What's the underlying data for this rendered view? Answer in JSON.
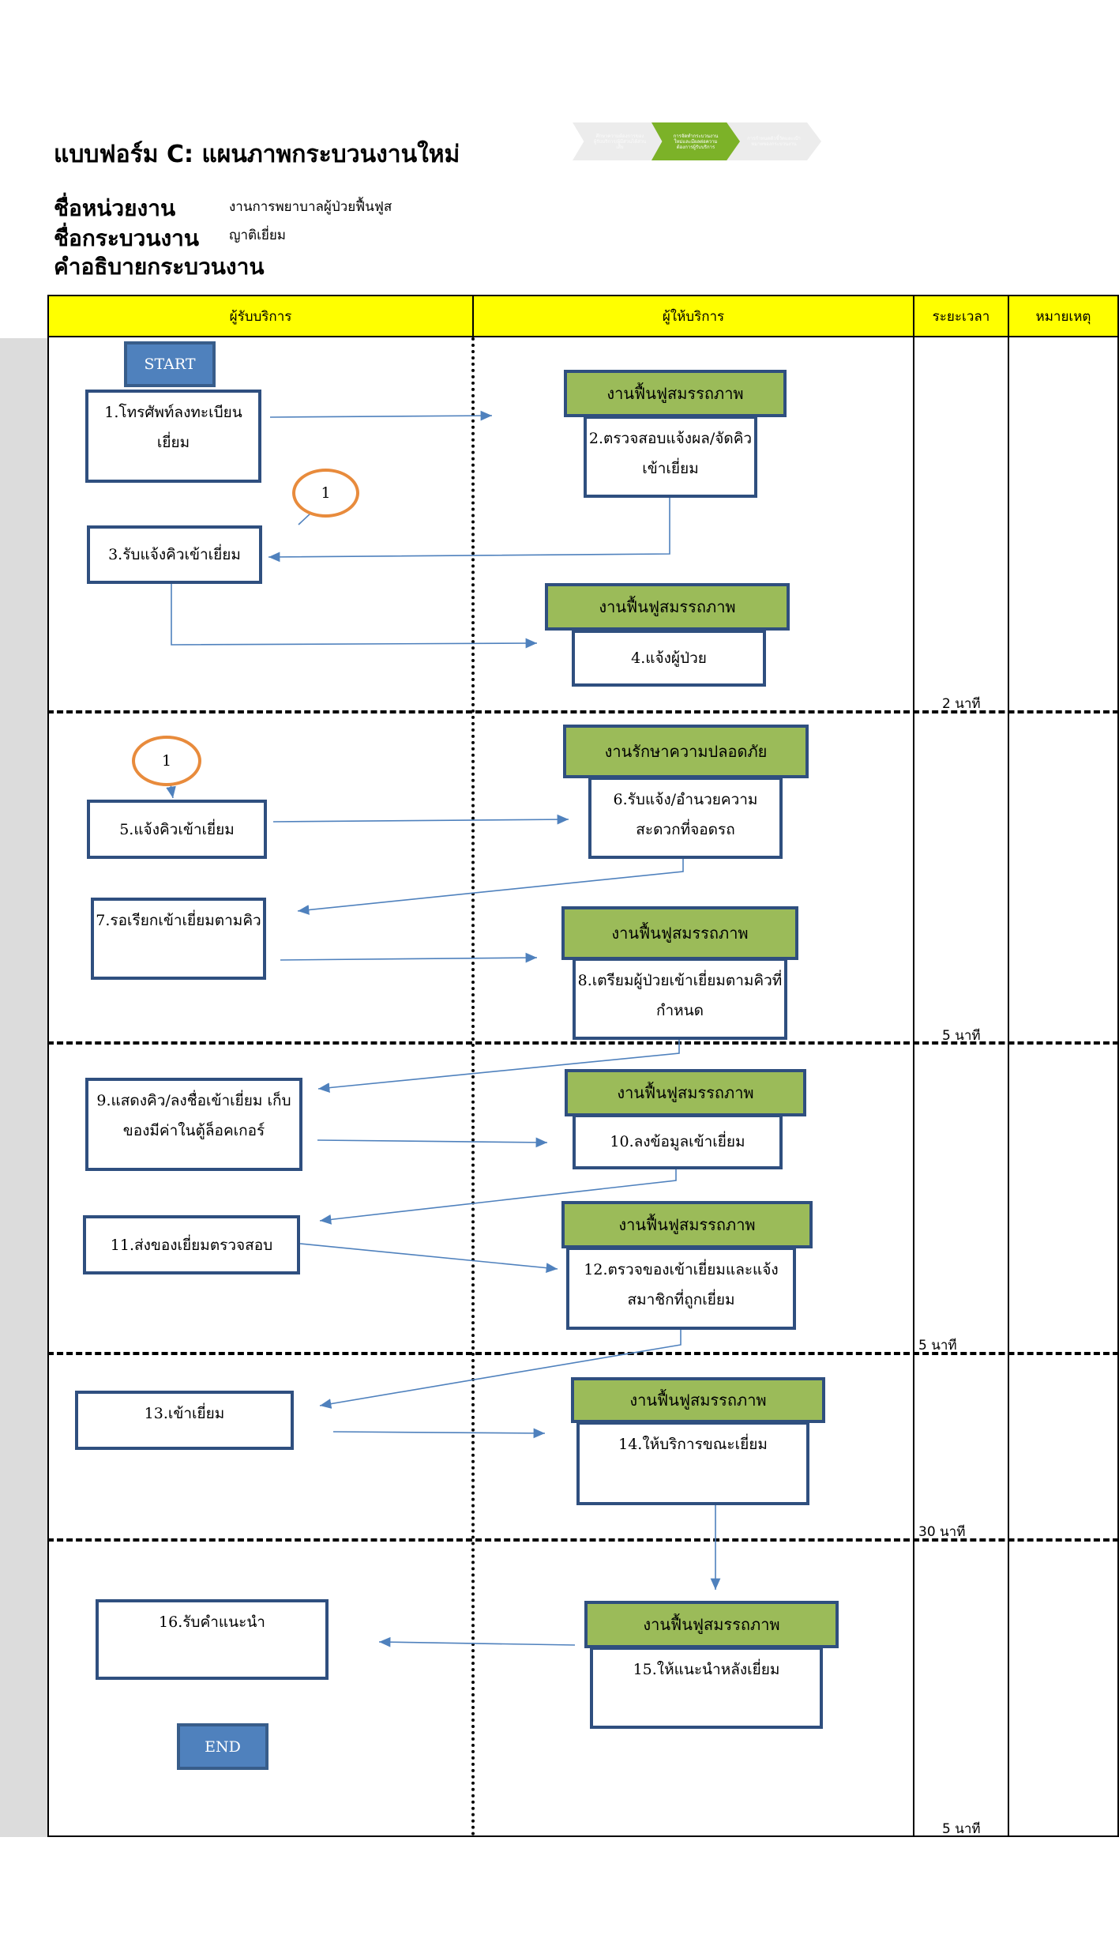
{
  "header": {
    "title": "แบบฟอร์ม C: แผนภาพกระบวนงานใหม่",
    "unit_label": "ชื่อหน่วยงาน",
    "unit_value": "งานการพยาบาลผู้ป่วยฟื้นฟูส",
    "process_label": "ชื่อกระบวนงาน",
    "process_value": "ญาติเยี่ยม",
    "desc_label": "คำอธิบายกระบวนงาน"
  },
  "chevrons": [
    "ศึกษาความต้องการของผู้รับบริการ/ผู้มีส่วนได้ส่วนเสีย",
    "การจัดทำกระบวนงานใหม่และมีผลต่อความต้องการผู้รับบริการ",
    "การกำหนดตัวชี้วัดและเป้าหมายของกระบวนงาน"
  ],
  "columns": {
    "client": "ผู้รับบริการ",
    "provider": "ผู้ให้บริการ",
    "time": "ระยะเวลา",
    "note": "หมายเหตุ"
  },
  "terminals": {
    "start": "START",
    "end": "END"
  },
  "connector": "1",
  "colors": {
    "header_bg": "#ffff00",
    "dept_bg": "#9bbb59",
    "terminal_bg": "#4f81bd",
    "box_border": "#2f4f7f",
    "connector_border": "#e88b3c",
    "arrow": "#4f81bd"
  },
  "client_steps": {
    "s1": "1.โทรศัพท์ลงทะเบียนเยี่ยม",
    "s3": "3.รับแจ้งคิวเข้าเยี่ยม",
    "s5": "5.แจ้งคิวเข้าเยี่ยม",
    "s7": "7.รอเรียกเข้าเยี่ยมตามคิว",
    "s9": "9.แสดงคิว/ลงชื่อเข้าเยี่ยม เก็บของมีค่าในตู้ล็อคเกอร์",
    "s11": "11.ส่งของเยี่ยมตรวจสอบ",
    "s13": "13.เข้าเยี่ยม",
    "s16": "16.รับคำแนะนำ"
  },
  "provider_steps": {
    "d2": "งานฟื้นฟูสมรรถภาพ",
    "s2": "2.ตรวจสอบแจ้งผล/จัดคิวเข้าเยี่ยม",
    "d4": "งานฟื้นฟูสมรรถภาพ",
    "s4": "4.แจ้งผู้ป่วย",
    "d6": "งานรักษาความปลอดภัย",
    "s6": "6.รับแจ้ง/อำนวยความสะดวกที่จอดรถ",
    "d8": "งานฟื้นฟูสมรรถภาพ",
    "s8": "8.เตรียมผู้ป่วยเข้าเยี่ยมตามคิวที่กำหนด",
    "d10": "งานฟื้นฟูสมรรถภาพ",
    "s10": "10.ลงข้อมูลเข้าเยี่ยม",
    "d12": "งานฟื้นฟูสมรรถภาพ",
    "s12": "12.ตรวจของเข้าเยี่ยมและแจ้งสมาชิกที่ถูกเยี่ยม",
    "d14": "งานฟื้นฟูสมรรถภาพ",
    "s14": "14.ให้บริการขณะเยี่ยม",
    "d15": "งานฟื้นฟูสมรรถภาพ",
    "s15": "15.ให้แนะนำหลังเยี่ยม"
  },
  "times": [
    "2 นาที",
    "5 นาที",
    "5 นาที",
    "30  นาที",
    "5 นาที"
  ]
}
